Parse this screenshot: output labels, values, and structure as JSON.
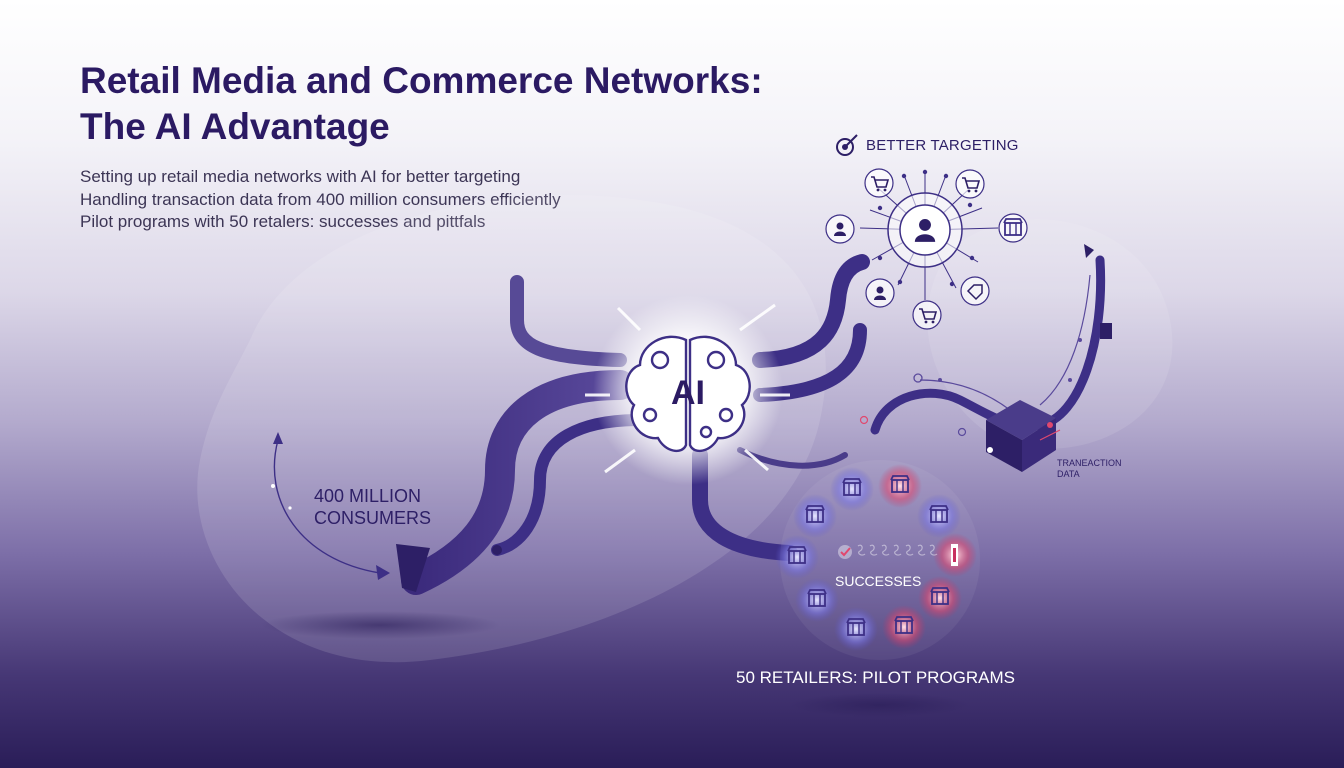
{
  "title": {
    "line1": "Retail Media and Commerce Networks:",
    "line2": "The AI Advantage"
  },
  "bullets": [
    "Setting up retail media networks with AI for better targeting",
    "Handling transaction data from 400 million consumers efficiently",
    "Pilot programs with 50 retalers: successes and pittfals"
  ],
  "diagram": {
    "center_label": "AI",
    "consumers_label": {
      "line1": "400 MILLION",
      "line2": "CONSUMERS"
    },
    "targeting_label": "BETTER TARGETING",
    "transaction_label": {
      "line1": "TRANEACTION",
      "line2": "DATA"
    },
    "successes_label": "SUCCESSES",
    "retailers_label": "50 RETAILERS: PILOT PROGRAMS"
  },
  "colors": {
    "title": "#2b1a63",
    "text": "#3c3555",
    "accent": "#3a2a7a",
    "highlight_red": "#e0486e"
  },
  "icons": [
    "target-icon",
    "brain-icon",
    "user-icon",
    "shopping-cart-icon",
    "store-icon",
    "box-icon",
    "check-icon"
  ]
}
